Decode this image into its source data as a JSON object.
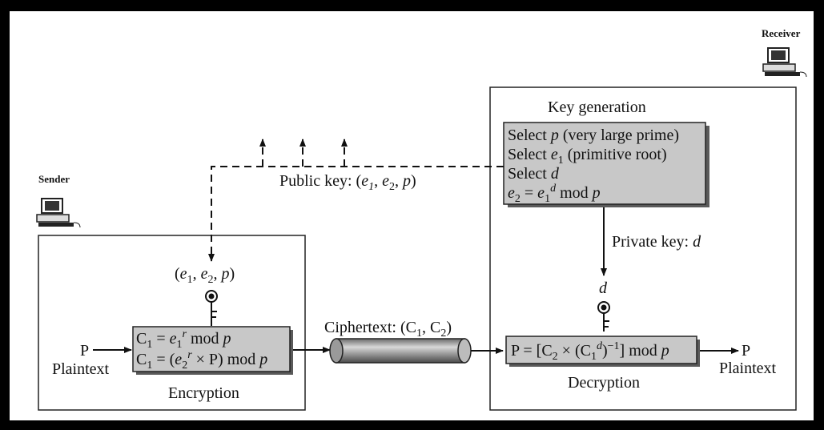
{
  "actors": {
    "sender": "Sender",
    "receiver": "Receiver"
  },
  "key_generation": {
    "title": "Key generation",
    "steps": [
      "Select p (very large prime)",
      "Select e1 (primitive root)",
      "Select d",
      "e2 = e1^d mod p"
    ]
  },
  "public_key": {
    "label": "Public key: (e1, e2, p)",
    "tuple": "(e1, e2, p)"
  },
  "private_key": {
    "label": "Private key: d",
    "symbol": "d"
  },
  "encryption": {
    "title": "Encryption",
    "formulas": [
      "C1 = e1^r mod p",
      "C1 = (e2^r × P) mod p"
    ]
  },
  "decryption": {
    "title": "Decryption",
    "formula": "P = [C2 × (C1^d)^−1] mod p"
  },
  "ciphertext": {
    "label": "Ciphertext: (C1, C2)"
  },
  "plaintext_in": {
    "symbol": "P",
    "label": "Plaintext"
  },
  "plaintext_out": {
    "symbol": "P",
    "label": "Plaintext"
  },
  "colors": {
    "frame": "#000000",
    "box_fill": "#c8c8c8",
    "page": "#ffffff",
    "pipe": "#9a9a9a"
  }
}
